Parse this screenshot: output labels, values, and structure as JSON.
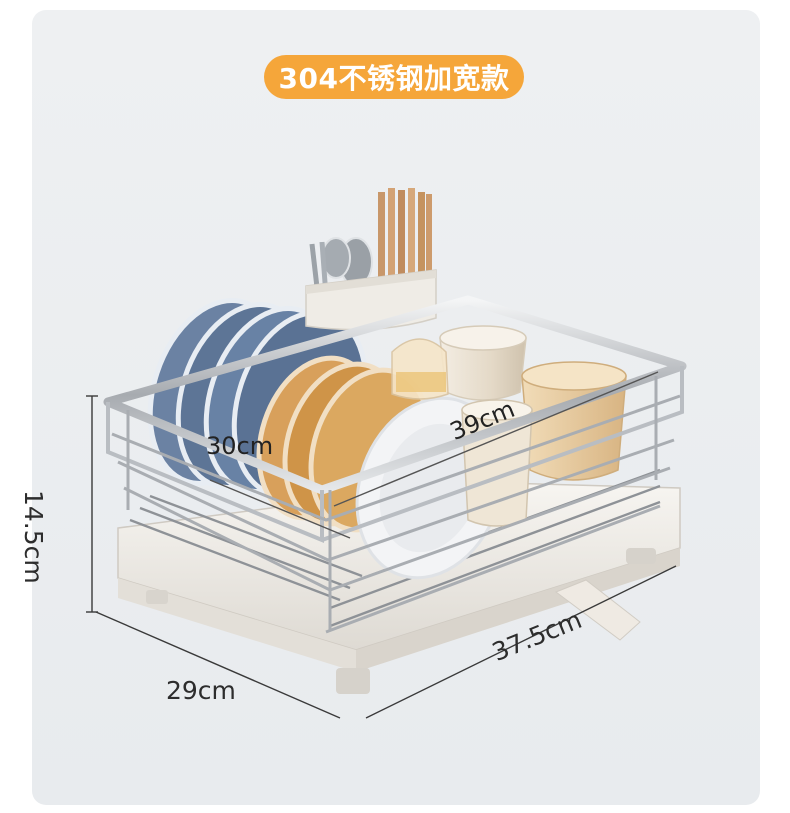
{
  "title": "304不锈钢加宽款",
  "dimensions": {
    "height": "14.5cm",
    "front_width": "29cm",
    "side_length": "37.5cm",
    "inner_width": "30cm",
    "inner_length": "39cm"
  },
  "colors": {
    "badge": "#f5a63a",
    "background": "#eceff1",
    "steel": "#c9ccd0",
    "tray": "#f2efe9",
    "plate_blue": "#5d7596",
    "plate_orange": "#d69a52"
  }
}
